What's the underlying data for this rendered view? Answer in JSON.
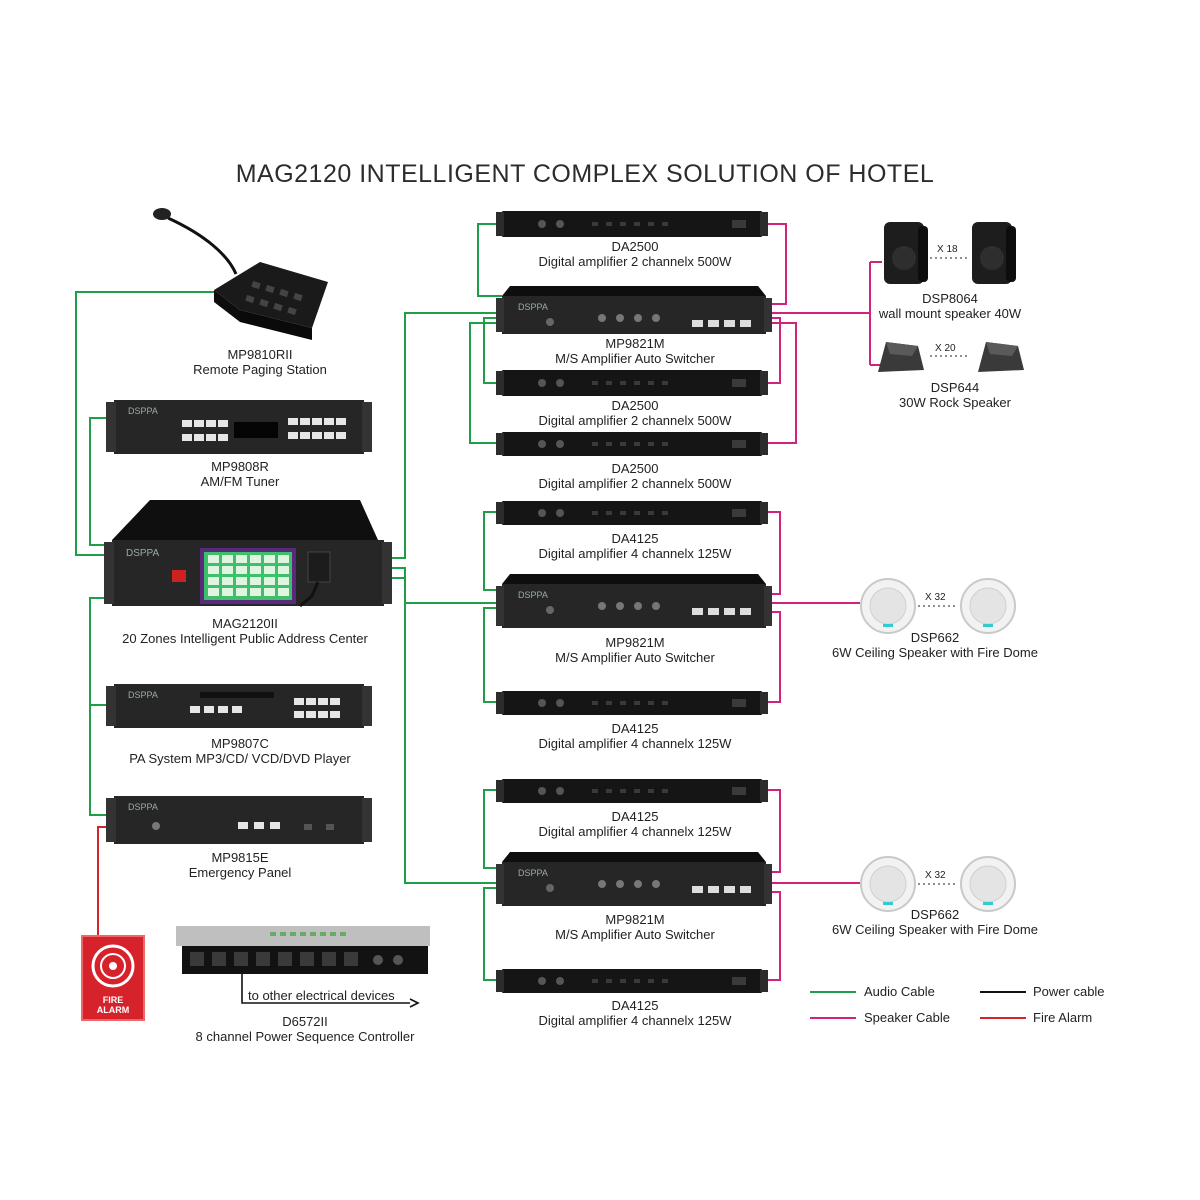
{
  "title": "MAG2120 INTELLIGENT COMPLEX SOLUTION OF HOTEL",
  "colors": {
    "audio": "#1e9e46",
    "speaker": "#d0237e",
    "power": "#111111",
    "fire": "#d6222a",
    "device": "#151515",
    "device_face": "#262626"
  },
  "sources": {
    "mp9810rii": {
      "model": "MP9810RII",
      "desc": "Remote Paging Station"
    },
    "mp9808r": {
      "model": "MP9808R",
      "desc": "AM/FM Tuner"
    },
    "mag2120ii": {
      "model": "MAG2120II",
      "desc": "20 Zones Intelligent Public Address Center"
    },
    "mp9807c": {
      "model": "MP9807C",
      "desc": "PA System MP3/CD/ VCD/DVD Player"
    },
    "mp9815e": {
      "model": "MP9815E",
      "desc": "Emergency Panel"
    },
    "d6572ii": {
      "model": "D6572II",
      "desc": "8 channel  Power Sequence Controller",
      "note": "to other electrical devices"
    },
    "fire_alarm": {
      "line1": "FIRE",
      "line2": "ALARM"
    }
  },
  "amps": {
    "da2500_1": {
      "model": "DA2500",
      "desc": "Digital amplifier 2 channelx 500W"
    },
    "mp9821m_1": {
      "model": "MP9821M",
      "desc": "M/S Amplifier Auto Switcher"
    },
    "da2500_2": {
      "model": "DA2500",
      "desc": "Digital amplifier 2 channelx 500W"
    },
    "da2500_3": {
      "model": "DA2500",
      "desc": "Digital amplifier 2 channelx 500W"
    },
    "da4125_1": {
      "model": "DA4125",
      "desc": "Digital amplifier 4 channelx 125W"
    },
    "mp9821m_2": {
      "model": "MP9821M",
      "desc": "M/S Amplifier Auto Switcher"
    },
    "da4125_2": {
      "model": "DA4125",
      "desc": "Digital amplifier 4 channelx 125W"
    },
    "da4125_3": {
      "model": "DA4125",
      "desc": "Digital amplifier 4 channelx 125W"
    },
    "mp9821m_3": {
      "model": "MP9821M",
      "desc": "M/S Amplifier Auto Switcher"
    },
    "da4125_4": {
      "model": "DA4125",
      "desc": "Digital amplifier 4 channelx 125W"
    }
  },
  "speakers": {
    "dsp8064": {
      "model": "DSP8064",
      "desc": "wall mount speaker 40W",
      "count": "X 18"
    },
    "dsp644": {
      "model": "DSP644",
      "desc": "30W Rock Speaker",
      "count": "X 20"
    },
    "dsp662_1": {
      "model": "DSP662",
      "desc": "6W Ceiling Speaker with Fire Dome",
      "count": "X 32"
    },
    "dsp662_2": {
      "model": "DSP662",
      "desc": "6W Ceiling Speaker with Fire Dome",
      "count": "X 32"
    }
  },
  "legend": {
    "audio": "Audio Cable",
    "speaker": "Speaker Cable",
    "power": "Power cable",
    "fire": "Fire Alarm"
  },
  "brand": "DSPPA"
}
